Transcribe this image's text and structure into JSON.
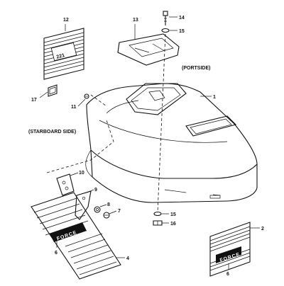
{
  "labels": {
    "portside": "(PORTSIDE)",
    "starboard": "(STARBOARD SIDE)"
  },
  "callouts": {
    "c1": "1",
    "c2": "2",
    "c4": "4",
    "c6a": "6",
    "c6b": "6",
    "c7": "7",
    "c8": "8",
    "c9": "9",
    "c10": "10",
    "c11": "11",
    "c12": "12",
    "c13": "13",
    "c14": "14",
    "c15a": "15",
    "c15b": "15",
    "c16": "16",
    "c17": "17"
  },
  "decal_text": {
    "decal12_number": "221",
    "decal_force": "FORCE"
  }
}
